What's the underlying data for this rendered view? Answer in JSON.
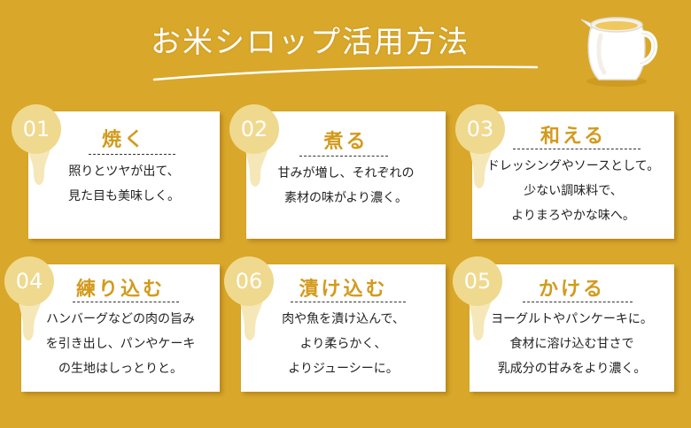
{
  "header": {
    "title": "お米シロップ活用方法"
  },
  "cards": [
    {
      "number": "01",
      "title": "焼く",
      "lines": [
        "照りとツヤが出て、",
        "見た目も美味しく。"
      ]
    },
    {
      "number": "02",
      "title": "煮る",
      "lines": [
        "甘みが増し、それぞれの",
        "素材の味がより濃く。"
      ]
    },
    {
      "number": "03",
      "title": "和える",
      "lines": [
        "ドレッシングやソースとして。",
        "少ない調味料で、",
        "よりまろやかな味へ。"
      ]
    },
    {
      "number": "04",
      "title": "練り込む",
      "lines": [
        "ハンバーグなどの肉の旨み",
        "を引き出し、パンやケーキ",
        "の生地はしっとりと。"
      ]
    },
    {
      "number": "06",
      "title": "漬け込む",
      "lines": [
        "肉や魚を漬け込んで、",
        "より柔らかく、",
        "よりジューシーに。"
      ]
    },
    {
      "number": "05",
      "title": "かける",
      "lines": [
        "ヨーグルトやパンケーキに。",
        "食材に溶け込む甘さで",
        "乳成分の甘みをより濃く。"
      ]
    }
  ]
}
